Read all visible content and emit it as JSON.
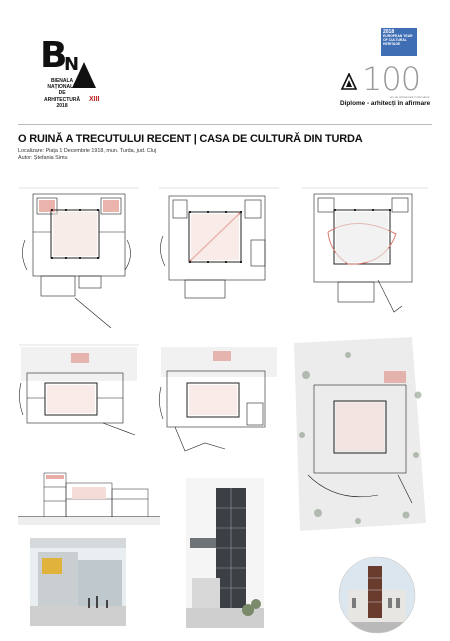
{
  "logo": {
    "letters": "BNA",
    "b": "B",
    "n": "N",
    "lines": [
      "BIENALA",
      "NAȚIONALĂ",
      "DE",
      "ARHITECTURĂ",
      "2018"
    ],
    "edition": "XIII"
  },
  "eu_badge": {
    "year": "2018",
    "lines": [
      "EUROPEAN YEAR",
      "OF CULTURAL",
      "HERITAGE"
    ]
  },
  "centenary": {
    "number": "100",
    "subtitle": "ani de arhitectură în România"
  },
  "category": "Diplome - arhitecți în afirmare",
  "project": {
    "title": "O RUINĂ A TRECUTULUI RECENT | CASA DE CULTURĂ DIN TURDA",
    "location": "Localizare: Piața 1 Decembrie 1918, mun. Turda, jud. Cluj",
    "author": "Autor: Ștefania Simu"
  },
  "colors": {
    "accent": "#b71c1c",
    "plan_red": "#d9776b",
    "eu_blue": "#3f6eb5",
    "line": "#222222"
  }
}
